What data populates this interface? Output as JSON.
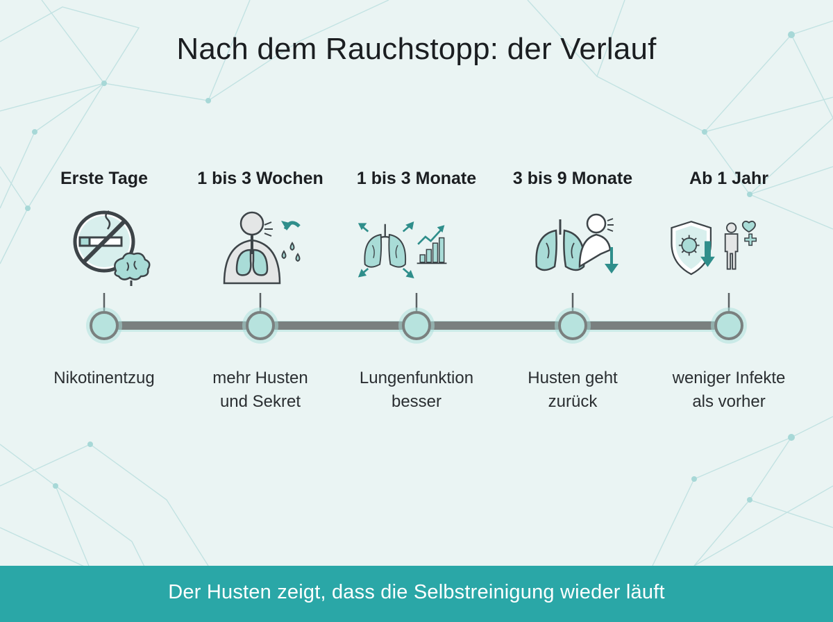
{
  "title": "Nach dem Rauchstopp: der Verlauf",
  "colors": {
    "background": "#eaf4f3",
    "accent": "#2aa7a7",
    "icon_fill": "#a9dcd7",
    "icon_stroke": "#3d4448",
    "timeline_bar": "#7a807f",
    "node_fill": "#b7e3de"
  },
  "stages": [
    {
      "title": "Erste Tage",
      "desc": [
        "Nikotinentzug"
      ],
      "icon": "no-smoking-brain-icon"
    },
    {
      "title": "1 bis 3 Wochen",
      "desc": [
        "mehr Husten",
        "und Sekret"
      ],
      "icon": "coughing-person-lungs-icon"
    },
    {
      "title": "1 bis 3 Monate",
      "desc": [
        "Lungenfunktion",
        "besser"
      ],
      "icon": "expanding-lungs-chart-icon"
    },
    {
      "title": "3 bis 9 Monate",
      "desc": [
        "Husten geht",
        "zurück"
      ],
      "icon": "lungs-less-cough-icon"
    },
    {
      "title": "Ab 1 Jahr",
      "desc": [
        "weniger Infekte",
        "als vorher"
      ],
      "icon": "shield-virus-health-icon"
    }
  ],
  "footer": {
    "text": "Der Husten zeigt, dass die Selbstreinigung wieder läuft"
  }
}
